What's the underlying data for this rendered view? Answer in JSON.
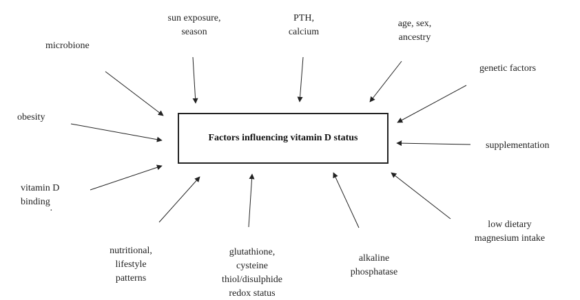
{
  "center": {
    "title": "Factors influencing vitamin D status"
  },
  "factors": {
    "microbione": "microbione",
    "sun_line1": "sun exposure,",
    "sun_line2": "season",
    "pth_line1": "PTH,",
    "pth_line2": "calcium",
    "age_line1": "age, sex,",
    "age_line2": "ancestry",
    "genetic": "genetic factors",
    "obesity": "obesity",
    "supplementation": "supplementation",
    "vdbp_line1": "vitamin D",
    "vdbp_line2": "binding",
    "vdbp_line3": "·",
    "low_mg_line1": "low dietary",
    "low_mg_line2": "magnesium intake",
    "nutri_line1": "nutritional,",
    "nutri_line2": "lifestyle",
    "nutri_line3": "patterns",
    "glut_line1": "glutathione,",
    "glut_line2": "cysteine",
    "glut_line3": "thiol/disulphide",
    "glut_line4": "redox status",
    "alk_line1": "alkaline",
    "alk_line2": "phosphatase"
  },
  "colors": {
    "line": "#222222",
    "text": "#222222",
    "background": "#ffffff"
  }
}
